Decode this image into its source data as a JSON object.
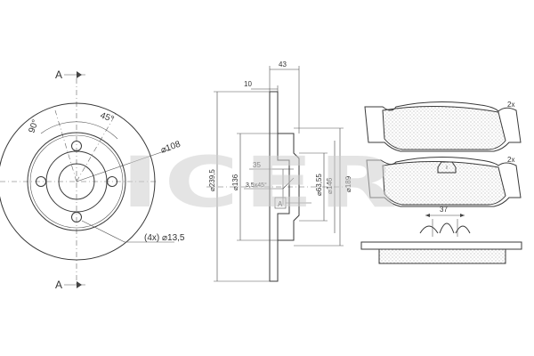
{
  "watermark": {
    "text": "ICER",
    "color": "#cfcfcf"
  },
  "disc_front": {
    "section_top": "A",
    "section_bottom": "A",
    "angle_90": "90°",
    "angle_45": "45°",
    "pcd": "⌀108",
    "bolt_holes": "(4x) ⌀13,5"
  },
  "disc_section": {
    "thickness_total": "43",
    "thickness_disc": "10",
    "dia_outer": "⌀239,5",
    "dia_136": "⌀136",
    "depth_35": "35",
    "chamfer": "3,5x45°",
    "dia_hub": "⌀63,55",
    "dia_146": "⌀146",
    "dia_189": "⌀189",
    "section_box": "A"
  },
  "pads": {
    "qty_top": "2x",
    "qty_bottom": "2x",
    "width_37": "37"
  }
}
